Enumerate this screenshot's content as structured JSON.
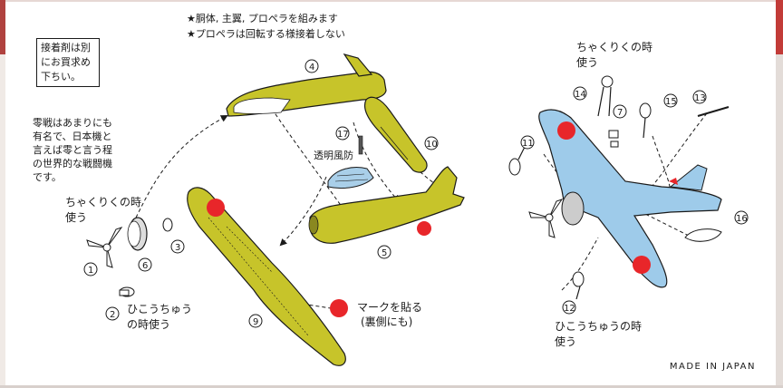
{
  "instructions_top": [
    "★胴体, 主翼, プロペラを組みます",
    "★プロペラは回転する様接着しない"
  ],
  "glue_note": [
    "接着剤は別",
    "にお買求め",
    "下ちい。"
  ],
  "zero_note": [
    "零戦はあまりにも",
    "有名で、日本機と",
    "言えば零と言う程",
    "の世界的な戦闘機",
    "です。"
  ],
  "landing_left": [
    "ちゃくりくの時",
    "使う"
  ],
  "flight_left": [
    "ひこうちゅう",
    "の時使う"
  ],
  "landing_right": [
    "ちゃくりくの時",
    "使う"
  ],
  "flight_right": [
    "ひこうちゅうの時",
    "使う"
  ],
  "canopy_label": "透明風防",
  "marking_label": [
    "マークを貼る",
    "(裏側にも)"
  ],
  "made_in": "MADE IN JAPAN",
  "part_numbers": {
    "p1": "1",
    "p2": "2",
    "p3": "3",
    "p4": "4",
    "p5": "5",
    "p6": "6",
    "p7": "7",
    "p9": "9",
    "p10": "10",
    "p11": "11",
    "p12": "12",
    "p13": "13",
    "p14": "14",
    "p15": "15",
    "p16": "16",
    "p17": "17"
  },
  "colors": {
    "olive": "#c7c42a",
    "light_blue": "#9ecbea",
    "hinomaru_red": "#e8262a",
    "line": "#1a1a1a"
  }
}
